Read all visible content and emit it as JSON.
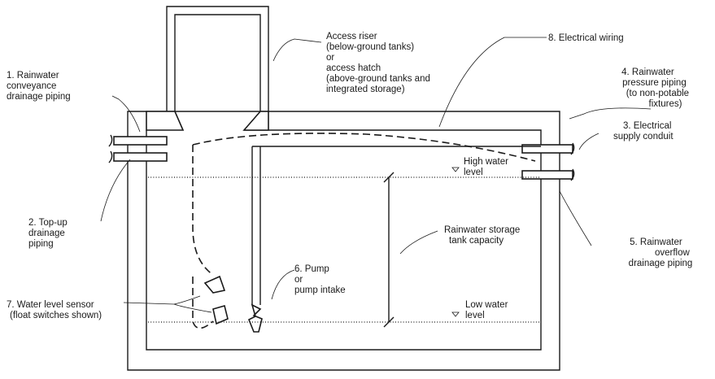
{
  "labels": {
    "riser": [
      "Access riser",
      "(below-ground tanks)",
      "or",
      "access hatch",
      "(above-ground tanks and",
      "integrated storage)"
    ],
    "wiring": [
      "8. Electrical wiring"
    ],
    "conveyance": [
      "1. Rainwater",
      "conveyance",
      "drainage piping"
    ],
    "pressure": [
      "4. Rainwater",
      "pressure piping",
      "(to non-potable",
      "fixtures)"
    ],
    "conduit": [
      "3. Electrical",
      "supply conduit"
    ],
    "high_water": [
      "High water",
      "level"
    ],
    "topup": [
      "2. Top-up",
      "drainage",
      "piping"
    ],
    "storage": [
      "Rainwater storage",
      "tank capacity"
    ],
    "overflow": [
      "5. Rainwater",
      "overflow",
      "drainage piping"
    ],
    "pump": [
      "6. Pump",
      "or",
      "pump intake"
    ],
    "sensor": [
      "7. Water level sensor",
      "(float switches shown)"
    ],
    "low_water": [
      "Low water",
      "level"
    ]
  },
  "colors": {
    "ink": "#1a1a1a",
    "paper": "#ffffff"
  }
}
